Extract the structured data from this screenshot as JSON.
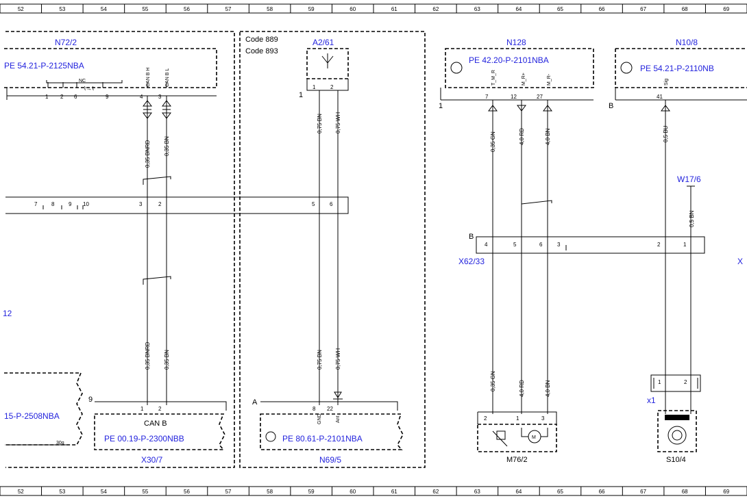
{
  "ruler": [
    "52",
    "53",
    "54",
    "55",
    "56",
    "57",
    "58",
    "59",
    "60",
    "61",
    "62",
    "63",
    "64",
    "65",
    "66",
    "67",
    "68",
    "69"
  ],
  "components": {
    "n72_2": {
      "id": "N72/2",
      "ref": "PE 54.21-P-2125NBA",
      "pins": [
        "1",
        "2",
        "6",
        "9",
        "4",
        "3",
        "7",
        "8",
        "9",
        "10",
        "3",
        "2"
      ],
      "can_labels": [
        "CAN B H",
        "CAN B L"
      ],
      "nc": "NC"
    },
    "code": {
      "line1": "Code 889",
      "line2": "Code 893"
    },
    "a2_61": {
      "id": "A2/61",
      "pins": [
        "1",
        "2"
      ],
      "frame_pin": "1"
    },
    "n128": {
      "id": "N128",
      "ref": "PE 42.20-P-2101NBA",
      "pins": [
        "7",
        "12",
        "27"
      ],
      "pin_labels": [
        "T_M_R",
        "M_R+",
        "M_R-"
      ],
      "frame_pin": "1"
    },
    "n10_8": {
      "id": "N10/8",
      "ref": "PE 54.21-P-2110NB",
      "pins": [
        "41"
      ],
      "pin_labels": [
        "Sig"
      ],
      "frame_pin": "B"
    },
    "w17_6": {
      "id": "W17/6"
    },
    "x62_33": {
      "id": "X62/33",
      "frame_pin": "B",
      "pins": [
        "4",
        "5",
        "6",
        "3",
        "2",
        "1"
      ],
      "right_partial": "X"
    },
    "left_partial": {
      "label": "12",
      "ref": "15-P-2508NBA",
      "wire": "30g"
    },
    "x30_7": {
      "id": "X30/7",
      "title": "CAN B",
      "ref": "PE 00.19-P-2300NBB",
      "pins": [
        "1",
        "2"
      ],
      "frame_pin": "9"
    },
    "n69_5": {
      "id": "N69/5",
      "ref": "PE 80.61-P-2101NBA",
      "pins": [
        "8",
        "22"
      ],
      "pin_labels": [
        "GND",
        "Ant"
      ],
      "frame_pin": "A"
    },
    "m76_2": {
      "id": "M76/2",
      "pins": [
        "2",
        "1",
        "3"
      ],
      "motor": "M"
    },
    "s10_4": {
      "id": "S10/4",
      "x_label": "x1",
      "pins": [
        "1",
        "2"
      ]
    }
  },
  "wires": {
    "can_h_top": "0,35 BNRD",
    "can_l_top": "0,35 BN",
    "can_h_bot": "0,35 BNRD",
    "can_l_bot": "0,35 BN",
    "ant1_top": "0,75 BN",
    "ant2_top": "0,75 WH",
    "ant1_bot": "0,75 BN",
    "ant2_bot": "0,75 WH",
    "n128_7_top": "0,35 GN",
    "n128_12_top": "4,0 RD",
    "n128_27_top": "4,0 BN",
    "n128_7_bot": "0,35 GN",
    "n128_12_bot": "4,0 RD",
    "n128_27_bot": "4,0 BN",
    "n10_8_top": "0,5 BU",
    "w17_6_wire": "0,5 BN"
  },
  "connector_bar": {
    "pins": [
      "7",
      "8",
      "9",
      "10",
      "3",
      "2",
      "5",
      "6"
    ]
  }
}
